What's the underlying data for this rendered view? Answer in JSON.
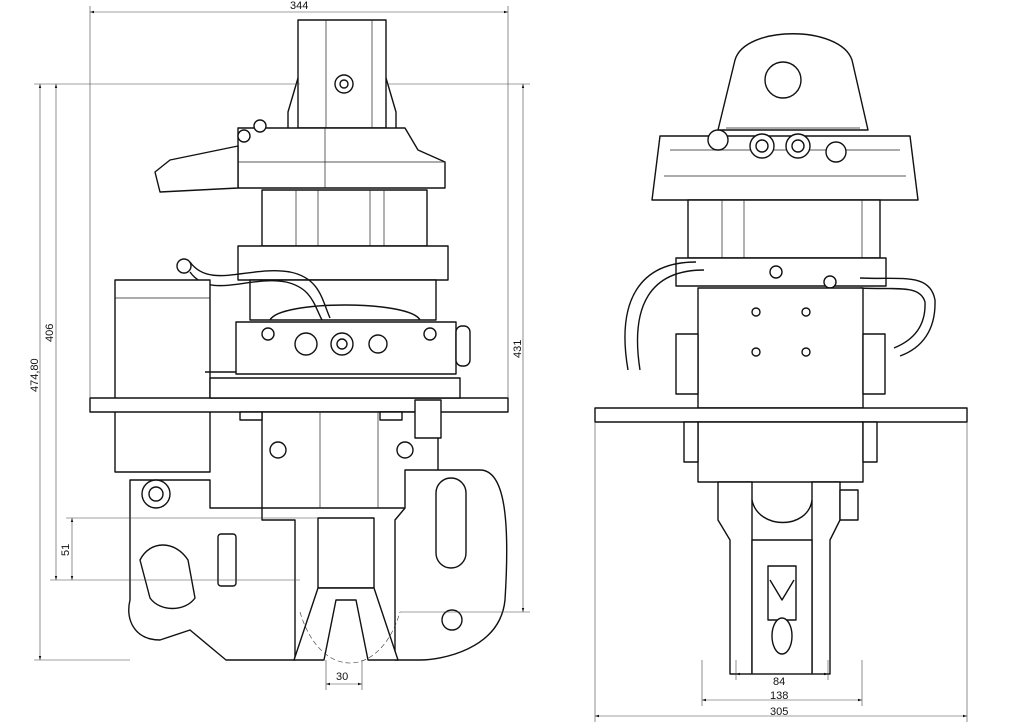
{
  "dimensions": {
    "side_view": {
      "overall_width": "344",
      "height_inner": "406",
      "height_outer": "474,80",
      "height_right": "431",
      "hook_gap": "51",
      "shank_width": "30"
    },
    "front_view": {
      "inner_width": "84",
      "middle_width": "138",
      "plate_width": "305"
    }
  }
}
